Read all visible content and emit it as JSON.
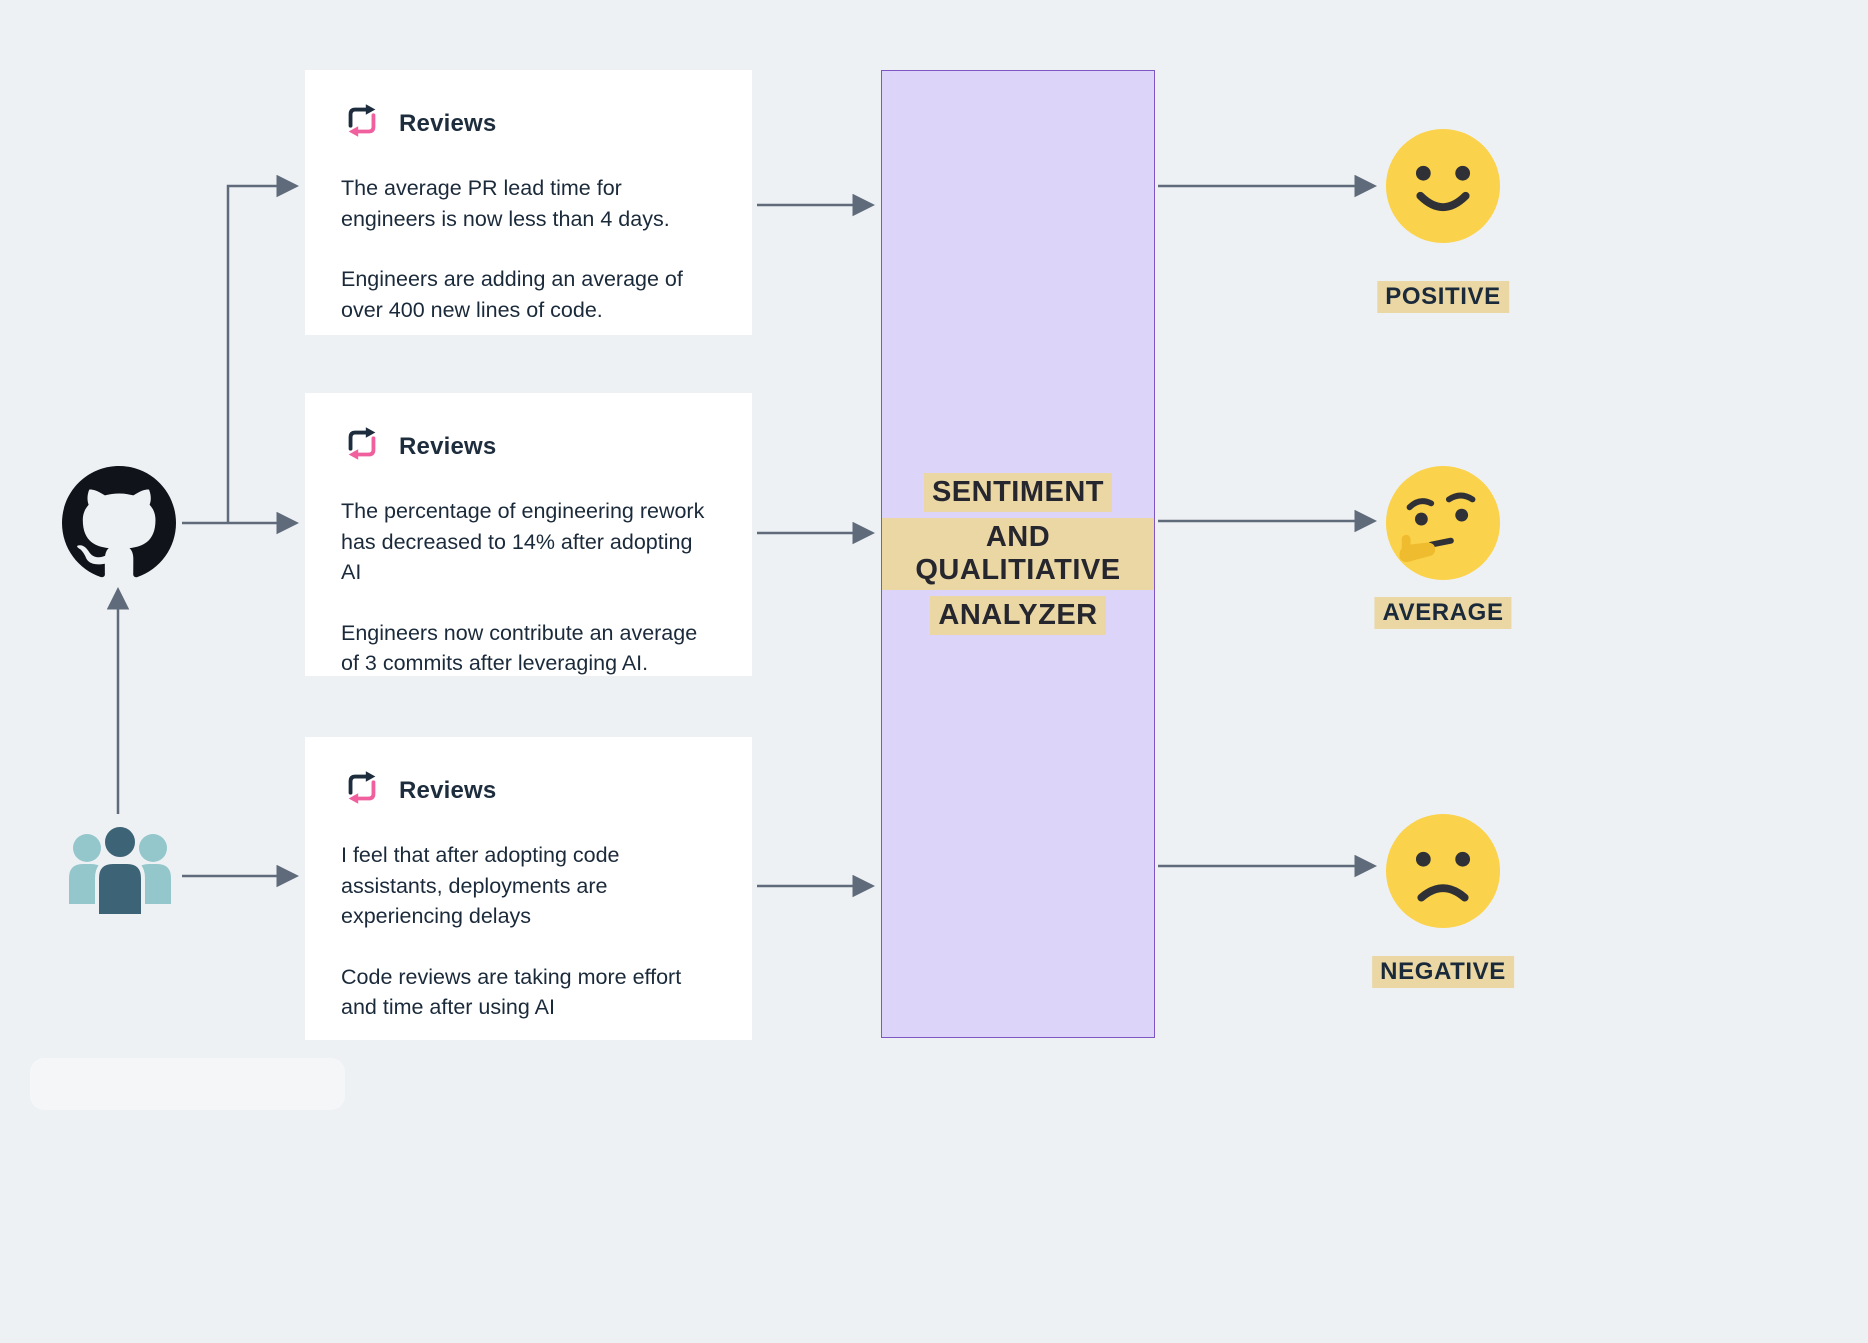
{
  "diagram": {
    "sources": {
      "github_icon": "github-octocat-logo",
      "users_icon": "user-group"
    },
    "cards": [
      {
        "title": "Reviews",
        "paragraphs": [
          "The average PR lead time for engineers is now less than 4 days.",
          "Engineers are adding an average of over 400 new lines of code."
        ]
      },
      {
        "title": "Reviews",
        "paragraphs": [
          "The percentage of engineering rework has decreased to 14% after adopting AI",
          "Engineers now contribute an average of 3 commits after leveraging AI."
        ]
      },
      {
        "title": "Reviews",
        "paragraphs": [
          "I feel that after adopting code assistants, deployments are experiencing delays",
          "Code reviews are taking more effort and time after using AI"
        ]
      }
    ],
    "analyzer": {
      "lines": [
        "SENTIMENT",
        "AND QUALITIATIVE",
        "ANALYZER"
      ]
    },
    "outputs": [
      {
        "icon": "smiley-face",
        "label": "POSITIVE"
      },
      {
        "icon": "thinking-face",
        "label": "AVERAGE"
      },
      {
        "icon": "frowning-face",
        "label": "NEGATIVE"
      }
    ],
    "colors": {
      "background": "#eef1f4",
      "card": "#ffffff",
      "analyzer_fill": "#ddd5f9",
      "analyzer_border": "#7e57c5",
      "text_highlight": "#ead7a4",
      "arrow": "#5f6b7a",
      "emoji_yellow": "#fbd24b",
      "icon_pink": "#f0609e",
      "icon_navy": "#1e2d3d"
    }
  }
}
